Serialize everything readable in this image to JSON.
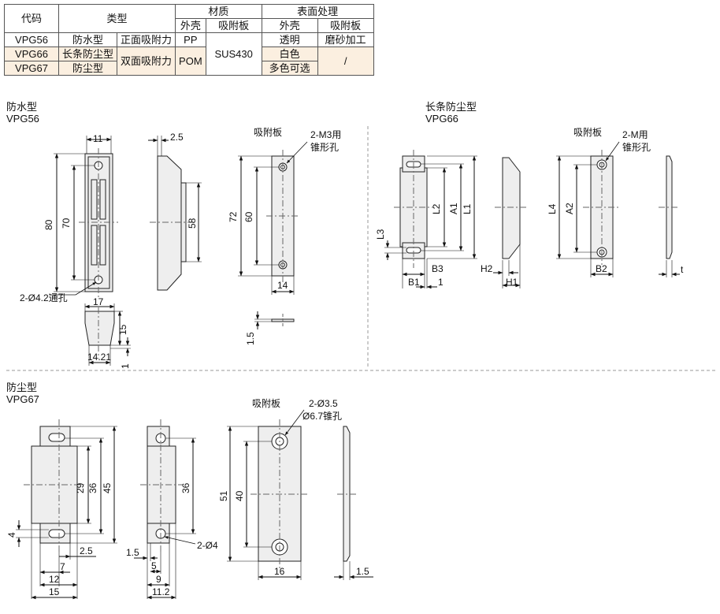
{
  "table": {
    "headers": {
      "code": "代码",
      "type": "类型",
      "material": "材质",
      "surface": "表面处理",
      "mat_shell": "外壳",
      "mat_plate": "吸附板",
      "surf_shell": "外壳",
      "surf_plate": "吸附板"
    },
    "rows": [
      {
        "code": "VPG56",
        "type": "防水型",
        "force": "正面吸附力",
        "shell": "PP",
        "plate": "SUS430",
        "surf_shell": "透明",
        "surf_plate": "磨砂加工"
      },
      {
        "code": "VPG66",
        "type": "长条防尘型",
        "force": "双面吸附力",
        "shell": "POM",
        "surf_shell": "白色",
        "surf_plate": "/"
      },
      {
        "code": "VPG67",
        "type": "防尘型",
        "surf_shell": "多色可选"
      }
    ]
  },
  "sections": {
    "vpg56": {
      "type": "防水型",
      "code": "VPG56"
    },
    "vpg66": {
      "type": "长条防尘型",
      "code": "VPG66"
    },
    "vpg67": {
      "type": "防尘型",
      "code": "VPG67"
    }
  },
  "labels": {
    "plate": "吸附板",
    "hole_m3": "2-M3用",
    "cone_hole": "锥形孔",
    "hole_m": "2-M用",
    "hole_42": "2-Ø4.2通孔",
    "hole_35": "2-Ø3.5",
    "cone_67": "Ø6.7锥孔",
    "hole_4": "2-Ø4"
  },
  "dims": {
    "d11": "11",
    "d2_5": "2.5",
    "d80": "80",
    "d70": "70",
    "d58": "58",
    "d72": "72",
    "d60": "60",
    "d14": "14",
    "d17": "17",
    "d15": "15",
    "d14_21": "14.21",
    "d1": "1",
    "d1_5": "1.5",
    "L2": "L2",
    "A1": "A1",
    "L1": "L1",
    "L3": "L3",
    "B1": "B1",
    "B3": "B3",
    "one": "1",
    "H2": "H2",
    "H1": "H1",
    "L4": "L4",
    "A2": "A2",
    "B2": "B2",
    "t": "t",
    "d29": "29",
    "d36": "36",
    "d45": "45",
    "d4": "4",
    "d7": "7",
    "d12": "12",
    "d15b": "15",
    "d2_5b": "2.5",
    "d36b": "36",
    "d1_5b": "1.5",
    "d5": "5",
    "d9": "9",
    "d11_2": "11.2",
    "d51": "51",
    "d40": "40",
    "d16": "16",
    "d1_5c": "1.5"
  }
}
